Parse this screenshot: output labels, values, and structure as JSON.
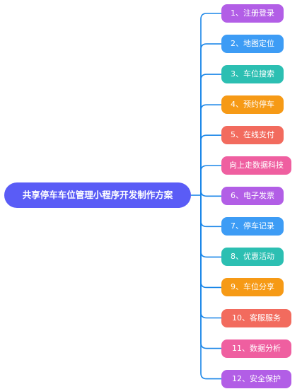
{
  "root": {
    "label": "共享停车车位管理小程序开发制作方案",
    "color": "#5a5cf6"
  },
  "line_color": "#1a86e8",
  "branches": [
    {
      "label": "1、注册登录",
      "color": "#b25ee6"
    },
    {
      "label": "2、地图定位",
      "color": "#3d9cf5"
    },
    {
      "label": "3、车位搜索",
      "color": "#2cbfb2"
    },
    {
      "label": "4、预约停车",
      "color": "#f69a16"
    },
    {
      "label": "5、在线支付",
      "color": "#f26b5e"
    },
    {
      "label": "向上走数据科技",
      "color": "#ef5fa0"
    },
    {
      "label": "6、电子发票",
      "color": "#b25ee6"
    },
    {
      "label": "7、停车记录",
      "color": "#3d9cf5"
    },
    {
      "label": "8、优惠活动",
      "color": "#2cbfb2"
    },
    {
      "label": "9、车位分享",
      "color": "#f69a16"
    },
    {
      "label": "10、客服服务",
      "color": "#f26b5e"
    },
    {
      "label": "11、数据分析",
      "color": "#ef5fa0"
    },
    {
      "label": "12、安全保护",
      "color": "#b25ee6"
    }
  ]
}
